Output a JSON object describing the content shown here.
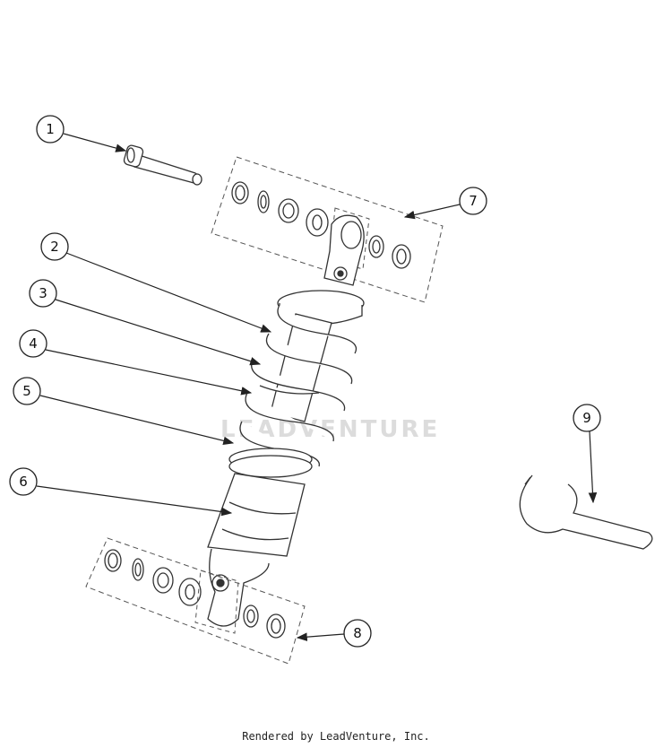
{
  "watermark": "LEADVENTURE",
  "footer": "Rendered by LeadVenture, Inc.",
  "callouts": [
    "1",
    "2",
    "3",
    "4",
    "5",
    "6",
    "7",
    "8",
    "9"
  ]
}
